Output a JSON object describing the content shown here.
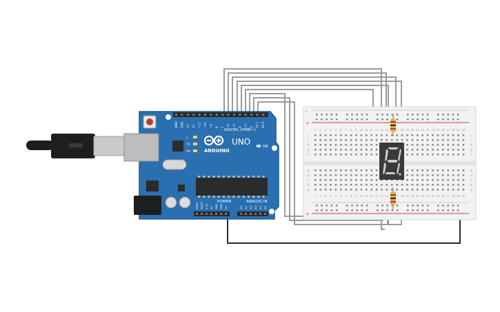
{
  "colors": {
    "board": "#2a6fb0",
    "board_edge": "#1f5a93",
    "header": "#2b2b2b",
    "wire_gray": "#9a9a9a",
    "wire_black": "#2b2b2b",
    "breadboard": "#f2f2f2",
    "rail_red": "#d43c3c",
    "rail_blue": "#3c5ad4",
    "display": "#3a3a3a",
    "segment": "#cfcfcf",
    "resistor": "#e8b04a",
    "usb": "#1e1e1e",
    "usb_metal": "#c9c9c9"
  },
  "arduino": {
    "brand": "ARDUINO",
    "model": "UNO",
    "digital_label": "DIGITAL (PWM~)",
    "power_label": "POWER",
    "analog_label": "ANALOG IN",
    "on_label": "ON",
    "led_labels": [
      "L",
      "TX",
      "RX"
    ],
    "digital_pins": [
      "AREF",
      "GND",
      "13",
      "12",
      "~11",
      "~10",
      "~9",
      "8",
      "7",
      "~6",
      "~5",
      "4",
      "~3",
      "2",
      "TX 1",
      "RX 0"
    ],
    "power_pins": [
      "IOREF",
      "RESET",
      "3.3V",
      "5V",
      "GND",
      "GND",
      "Vin"
    ],
    "analog_pins": [
      "A0",
      "A1",
      "A2",
      "A3",
      "A4",
      "A5"
    ]
  },
  "breadboard": {
    "row_letters_top": [
      "j",
      "i",
      "h",
      "g",
      "f"
    ],
    "row_letters_bottom": [
      "e",
      "d",
      "c",
      "b",
      "a"
    ],
    "column_numbers": [
      "1",
      "2",
      "3",
      "4",
      "5",
      "6",
      "7",
      "8",
      "9",
      "10",
      "11",
      "12",
      "13",
      "14",
      "15",
      "16",
      "17",
      "18",
      "19",
      "20",
      "21",
      "22",
      "23",
      "24",
      "25",
      "26",
      "27",
      "28",
      "29",
      "30"
    ]
  },
  "display": {
    "digit": "8"
  }
}
